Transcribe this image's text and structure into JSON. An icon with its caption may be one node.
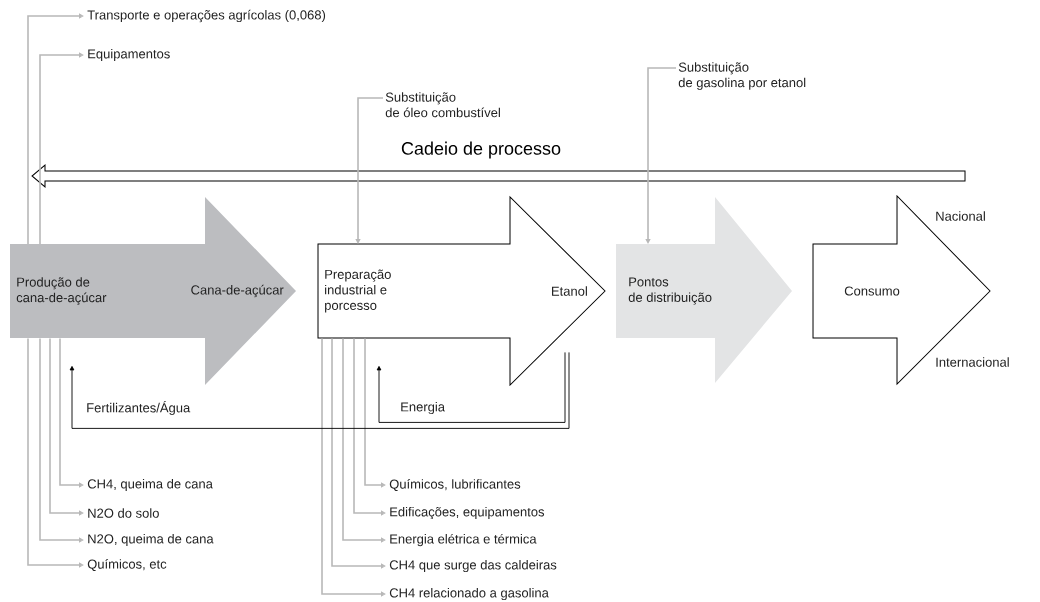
{
  "diagram": {
    "title": "Cadeio de processo",
    "nodes": [
      {
        "text": [
          "Produção de cana-de-açúcar",
          "Cana-de-açúcar"
        ]
      },
      {
        "text": [
          "Preparação industrial e porcesso",
          "Etanol"
        ]
      },
      {
        "text": [
          "Pontos de distribuição"
        ]
      },
      {
        "text": [
          "Consumo"
        ],
        "beside": [
          "Nacional",
          "Internacional"
        ]
      },
      {
        "text": [
          "Transporte e operações agrícolas (0,068)"
        ]
      },
      {
        "text": [
          "Equipamentos"
        ]
      },
      {
        "text": [
          "Substituição de óleo combustível"
        ]
      },
      {
        "text": [
          "Substituição de gasolina por etanol"
        ]
      },
      {
        "text": [
          "CH4, queima de cana"
        ]
      },
      {
        "text": [
          "N2O do solo"
        ]
      },
      {
        "text": [
          "N2O, queima de cana"
        ]
      },
      {
        "text": [
          "Químicos, etc"
        ]
      },
      {
        "text": [
          "Químicos, lubrificantes"
        ]
      },
      {
        "text": [
          "Edificações, equipamentos"
        ]
      },
      {
        "text": [
          "Energia elétrica e térmica"
        ]
      },
      {
        "text": [
          "CH4 que surge das caldeiras"
        ]
      },
      {
        "text": [
          "CH4 relacionado a gasolina"
        ]
      }
    ],
    "edges": [
      {
        "from": 0,
        "to": 4,
        "arrow": "to"
      },
      {
        "from": 0,
        "to": 5,
        "arrow": "to"
      },
      {
        "from": 0,
        "to": 8,
        "arrow": "to"
      },
      {
        "from": 0,
        "to": 9,
        "arrow": "to"
      },
      {
        "from": 0,
        "to": 10,
        "arrow": "to"
      },
      {
        "from": 0,
        "to": 11,
        "arrow": "to"
      },
      {
        "from": 1,
        "to": 12,
        "arrow": "to"
      },
      {
        "from": 1,
        "to": 13,
        "arrow": "to"
      },
      {
        "from": 1,
        "to": 14,
        "arrow": "to"
      },
      {
        "from": 1,
        "to": 15,
        "arrow": "to"
      },
      {
        "from": 1,
        "to": 16,
        "arrow": "to"
      },
      {
        "from": 6,
        "to": 1,
        "arrow": "to"
      },
      {
        "from": 7,
        "to": 2,
        "arrow": "to"
      },
      {
        "from": 1,
        "to": 0,
        "arrow": "to",
        "label": "Fertilizantes/Água",
        "color": "#000000"
      },
      {
        "from": 1,
        "to": 1,
        "arrow": "to",
        "label": "Energia",
        "color": "#000000"
      }
    ]
  }
}
